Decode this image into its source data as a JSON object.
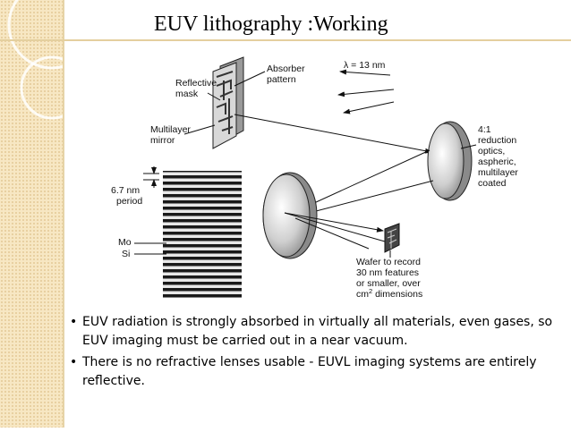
{
  "slide": {
    "title": "EUV lithography :Working",
    "bullet_glyph": "•",
    "bullets": [
      "EUV radiation is strongly absorbed in virtually all materials, even gases, so EUV imaging must be carried out in a near vacuum.",
      "There is no refractive lenses usable - EUVL imaging systems are entirely reflective."
    ]
  },
  "diagram": {
    "labels": {
      "reflective_mask": [
        "Reflective",
        "mask"
      ],
      "absorber_pattern": [
        "Absorber",
        "pattern"
      ],
      "wavelength": "λ = 13 nm",
      "multilayer_mirror": [
        "Multilayer",
        "mirror"
      ],
      "reduction_optics": [
        "4:1",
        "reduction",
        "optics,",
        "aspheric,",
        "multilayer",
        "coated"
      ],
      "period": [
        "6.7 nm",
        "period"
      ],
      "mo": "Mo",
      "si": "Si",
      "wafer": [
        "Wafer to record",
        "30 nm features",
        "or smaller, over"
      ],
      "wafer_cm": "cm",
      "wafer_sup": "2",
      "wafer_dims": " dimensions"
    }
  }
}
